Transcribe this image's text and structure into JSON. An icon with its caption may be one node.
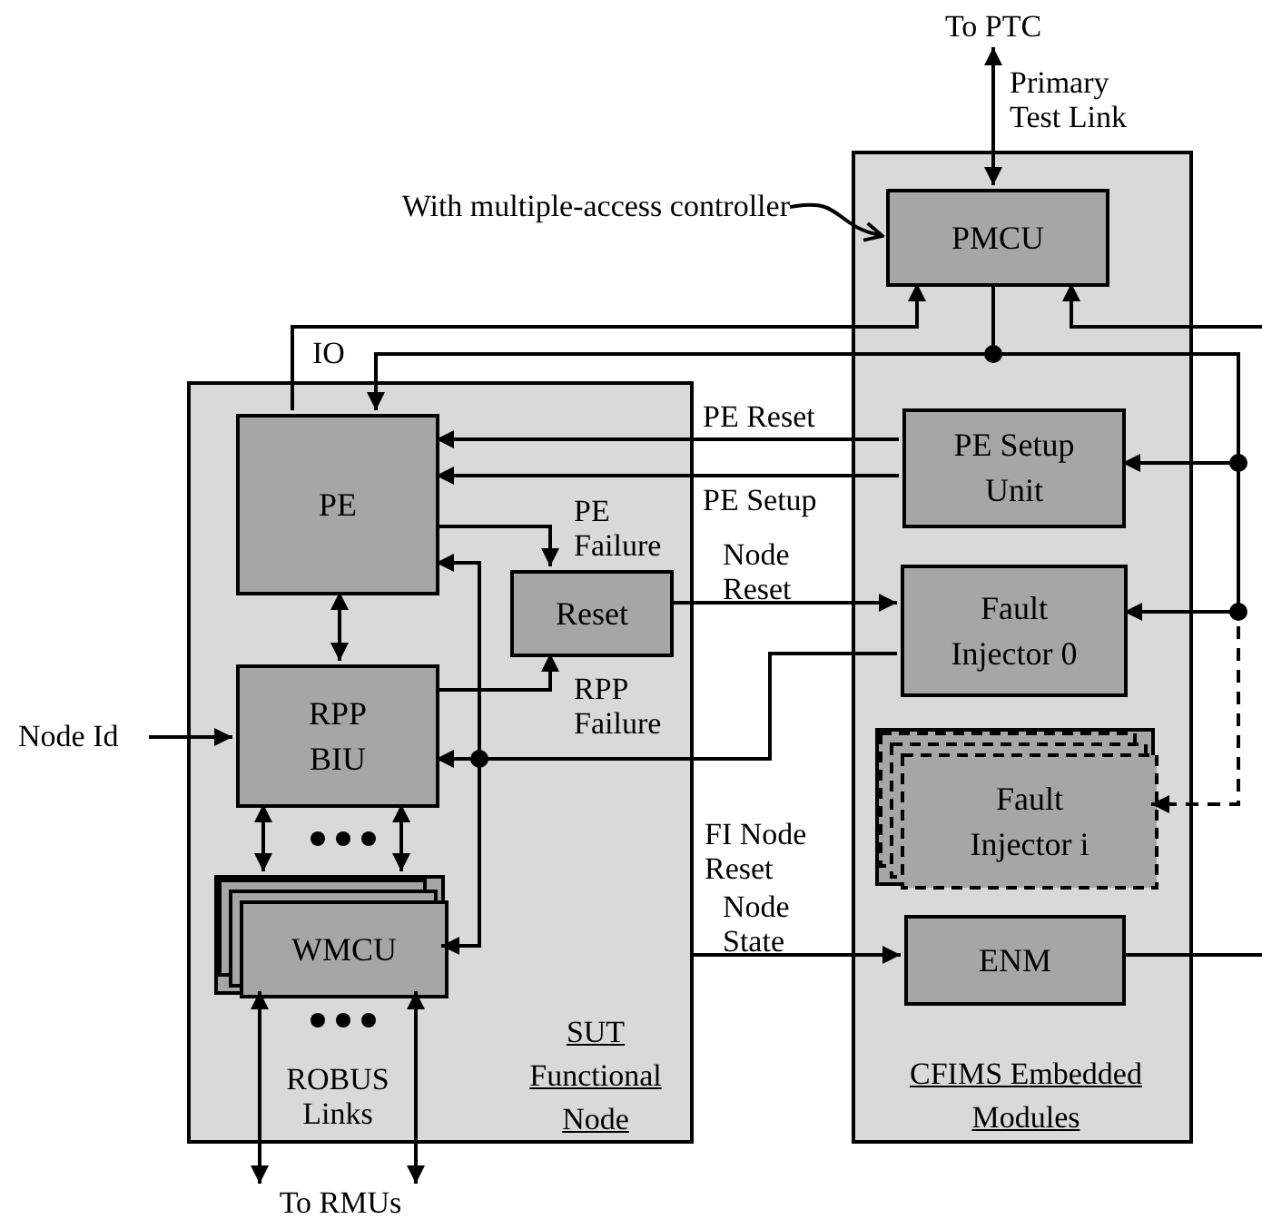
{
  "diagram": {
    "nodes": [
      {
        "text": [
          "SUT Functional Node"
        ]
      },
      {
        "text": [
          "PE"
        ],
        "in": 0
      },
      {
        "text": [
          "RPP BIU"
        ],
        "in": 0
      },
      {
        "text": [
          "Reset"
        ],
        "in": 0
      },
      {
        "text": [
          "WMCU"
        ],
        "in": 0
      },
      {
        "text": [
          "CFIMS Embedded Modules"
        ]
      },
      {
        "text": [
          "PMCU"
        ],
        "in": 5
      },
      {
        "text": [
          "PE Setup Unit"
        ],
        "in": 5
      },
      {
        "text": [
          "Fault Injector 0"
        ],
        "in": 5
      },
      {
        "text": [
          "Fault Injector i"
        ],
        "in": 5
      },
      {
        "text": [
          "ENM"
        ],
        "in": 5
      },
      {
        "text": [
          "To PTC"
        ]
      },
      {
        "text": [
          "Node Id"
        ]
      },
      {
        "text": [
          "To RMUs"
        ]
      },
      {
        "text": [
          "With multiple-access controller"
        ]
      }
    ],
    "edges": [
      {
        "from": 6,
        "to": 11,
        "arrow": "both",
        "label": "Primary Test Link"
      },
      {
        "from": 14,
        "to": 6,
        "arrow": "to"
      },
      {
        "from": 1,
        "to": 6,
        "arrow": "to"
      },
      {
        "from": 6,
        "to": 1,
        "arrow": "to"
      },
      {
        "from": 6,
        "to": 7,
        "arrow": "to"
      },
      {
        "from": 6,
        "to": 8,
        "arrow": "to"
      },
      {
        "from": 6,
        "to": 9,
        "arrow": "to",
        "style": "dashed"
      },
      {
        "from": null,
        "to": 6,
        "arrow": "to"
      },
      {
        "from": 7,
        "to": 1,
        "arrow": "to",
        "label": "PE Reset"
      },
      {
        "from": 7,
        "to": 1,
        "arrow": "to",
        "label": "PE Setup"
      },
      {
        "from": 1,
        "to": 3,
        "arrow": "to",
        "label": "PE Failure"
      },
      {
        "from": 2,
        "to": 3,
        "arrow": "to",
        "label": "RPP Failure"
      },
      {
        "from": 3,
        "to": 8,
        "arrow": "to",
        "label": "Node Reset"
      },
      {
        "from": 8,
        "to": 2,
        "arrow": "to",
        "label": "FI Node Reset"
      },
      {
        "from": 8,
        "to": 1,
        "arrow": "to"
      },
      {
        "from": 8,
        "to": 4,
        "arrow": "to"
      },
      {
        "from": 1,
        "to": 2,
        "arrow": "both"
      },
      {
        "from": 2,
        "to": 4,
        "arrow": "both"
      },
      {
        "from": 2,
        "to": 4,
        "arrow": "both"
      },
      {
        "from": 12,
        "to": 2,
        "arrow": "to"
      },
      {
        "from": 4,
        "to": 13,
        "arrow": "both"
      },
      {
        "from": 4,
        "to": 13,
        "arrow": "both"
      },
      {
        "from": 0,
        "to": 10,
        "arrow": "to",
        "label": "Node State"
      },
      {
        "from": 10,
        "to": null,
        "arrow": "none"
      }
    ],
    "labels": [
      "IO",
      "ROBUS Links"
    ]
  }
}
